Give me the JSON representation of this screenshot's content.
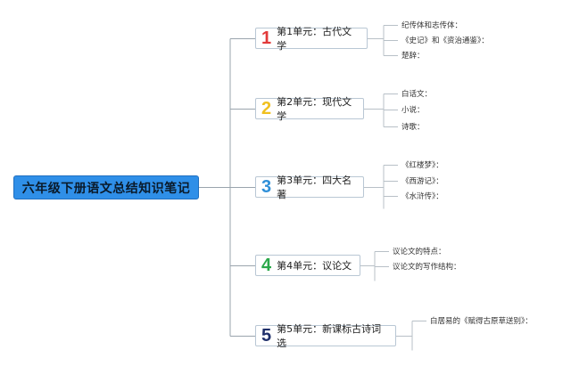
{
  "root": {
    "title": "六年级下册语文总结知识笔记"
  },
  "colors": {
    "root_bg": "#2f8fe8",
    "n1": "#e23a3a",
    "n2": "#f0c020",
    "n3": "#2f8fd8",
    "n4": "#2aa84a",
    "n5": "#1f2f6a"
  },
  "units": [
    {
      "num": "1",
      "label": "第1单元：古代文学",
      "items": [
        "纪传体和志传体：",
        "《史记》和《资治通鉴》：",
        "楚辞："
      ]
    },
    {
      "num": "2",
      "label": "第2单元：现代文学",
      "items": [
        "白话文：",
        "小说：",
        "诗歌："
      ]
    },
    {
      "num": "3",
      "label": "第3单元：四大名著",
      "items": [
        "《红楼梦》：",
        "《西游记》：",
        "《水浒传》："
      ]
    },
    {
      "num": "4",
      "label": "第4单元：议论文",
      "items": [
        "议论文的特点：",
        "议论文的写作结构："
      ]
    },
    {
      "num": "5",
      "label": "第5单元：新课标古诗词选",
      "items": [
        "白居易的《赋得古原草送别》："
      ]
    }
  ]
}
